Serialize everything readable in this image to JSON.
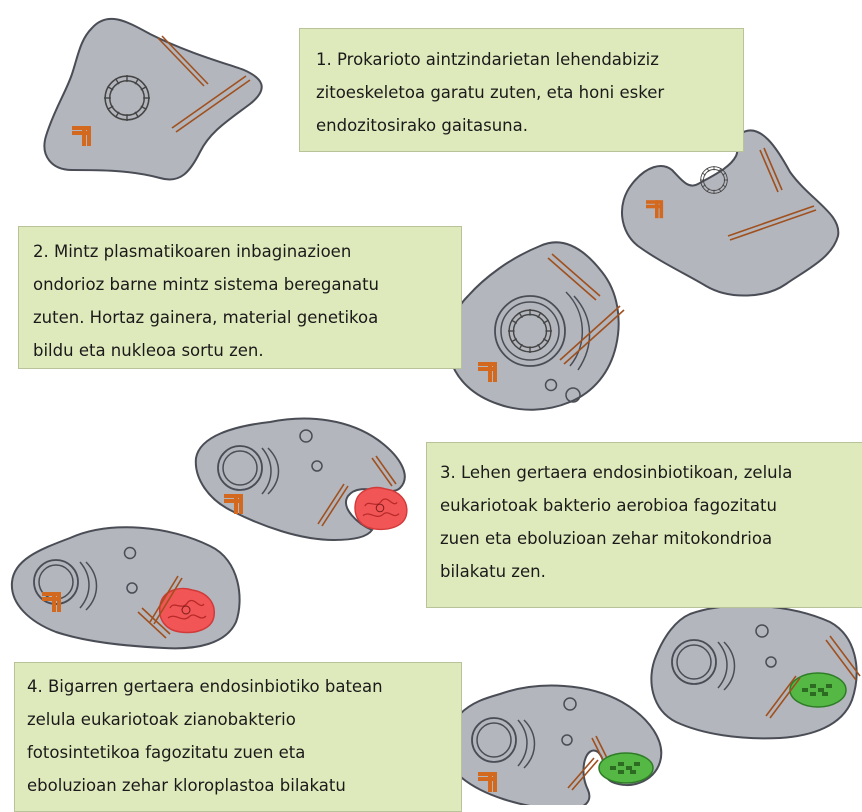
{
  "captions": [
    {
      "lines": [
        "1. Prokarioto aintzindarietan lehendabiziz",
        "zitoeskeletoa garatu zuten, eta honi esker",
        "endozitosirako gaitasuna."
      ]
    },
    {
      "lines": [
        "2. Mintz plasmatikoaren inbaginazioen",
        "ondorioz barne mintz sistema bereganatu",
        "zuten. Hortaz gainera, material genetikoa",
        "bildu eta nukleoa sortu zen."
      ]
    },
    {
      "lines": [
        "3. Lehen gertaera endosinbiotikoan, zelula",
        "eukariotoak bakterio aerobioa fagozitatu",
        "zuen eta eboluzioan zehar mitokondrioa",
        "bilakatu zen."
      ]
    },
    {
      "lines": [
        "4. Bigarren gertaera endosinbiotiko batean",
        "zelula eukariotoak zianobakterio",
        "fotosintetikoa fagozitatu zuen eta",
        "eboluzioan zehar kloroplastoa bilakatu"
      ]
    }
  ],
  "colors": {
    "cell_fill": "#b3b6bd",
    "cell_stroke": "#4a4d55",
    "cytoskeleton": "#a0501e",
    "centriole": "#e07020",
    "mitochondrion": "#f05050",
    "chloroplast": "#4caf3a",
    "caption_bg": "#dfeabc"
  }
}
